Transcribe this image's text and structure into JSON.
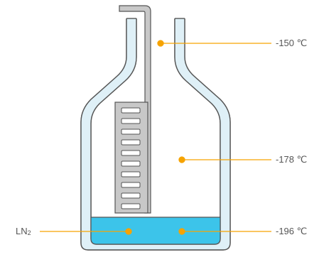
{
  "colors": {
    "vessel_fill": "#dff0f7",
    "vessel_stroke": "#555555",
    "liquid": "#3cc4ea",
    "rack": "#c8c8c8",
    "accent": "#f6a300"
  },
  "labels": {
    "temp_top": "-150 ℃",
    "temp_mid": "-178 ℃",
    "temp_bottom": "-196 ℃",
    "ln2_main": "LN",
    "ln2_sub": "2"
  }
}
